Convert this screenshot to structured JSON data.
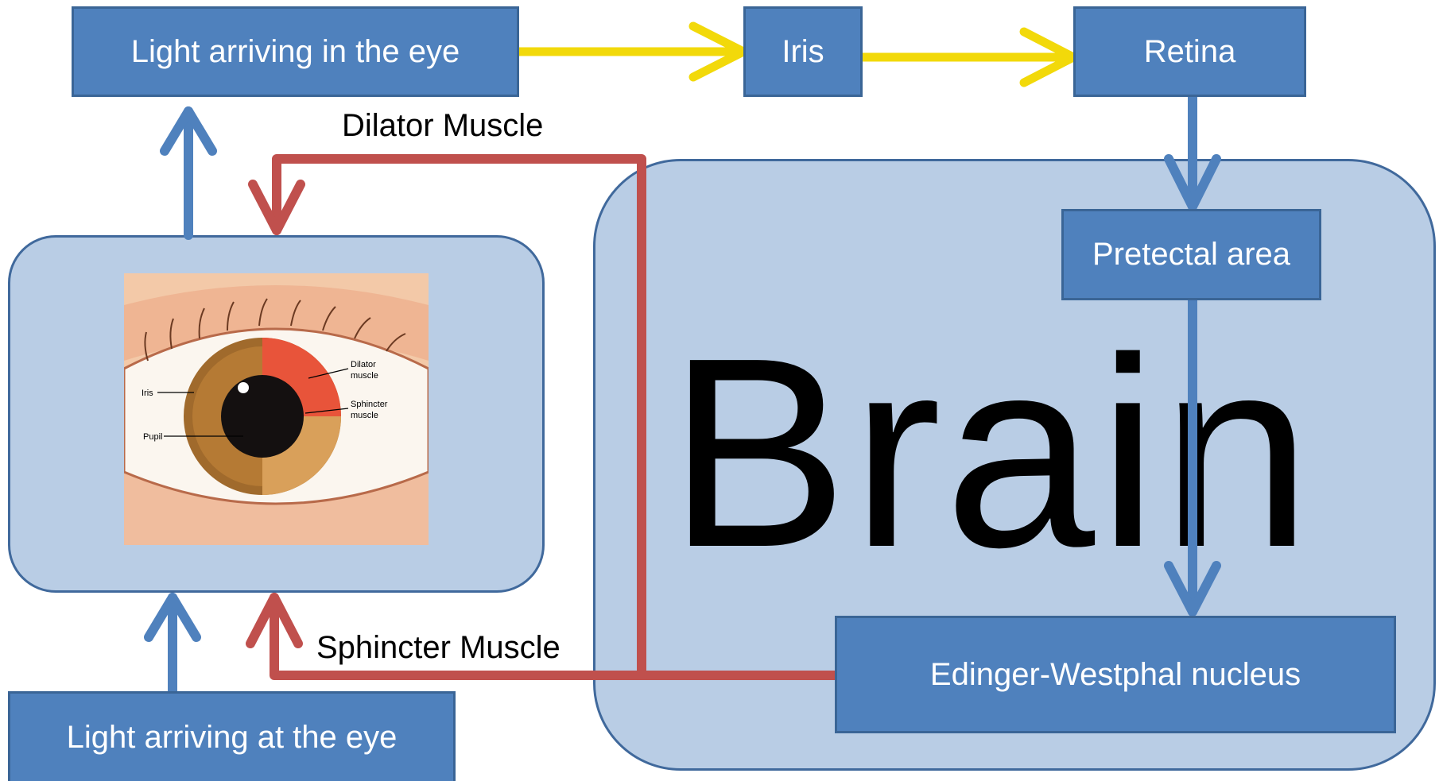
{
  "nodes": {
    "light_in_eye": "Light arriving in the eye",
    "iris": "Iris",
    "retina": "Retina",
    "pretectal": "Pretectal area",
    "edinger": "Edinger-Westphal nucleus",
    "light_at_eye": "Light arriving at the eye"
  },
  "labels": {
    "dilator": "Dilator Muscle",
    "sphincter": "Sphincter Muscle",
    "brain": "Brain"
  },
  "eye_image": {
    "dilator": "Dilator",
    "dilator2": "muscle",
    "iris": "Iris",
    "sphincter": "Sphincter",
    "sphincter2": "muscle",
    "pupil": "Pupil"
  },
  "colors": {
    "box": "#4f81bd",
    "region": "#b9cde5",
    "yellow_arrow": "#f2d90a",
    "red_arrow": "#c0504d",
    "blue_arrow": "#4f81bd"
  }
}
